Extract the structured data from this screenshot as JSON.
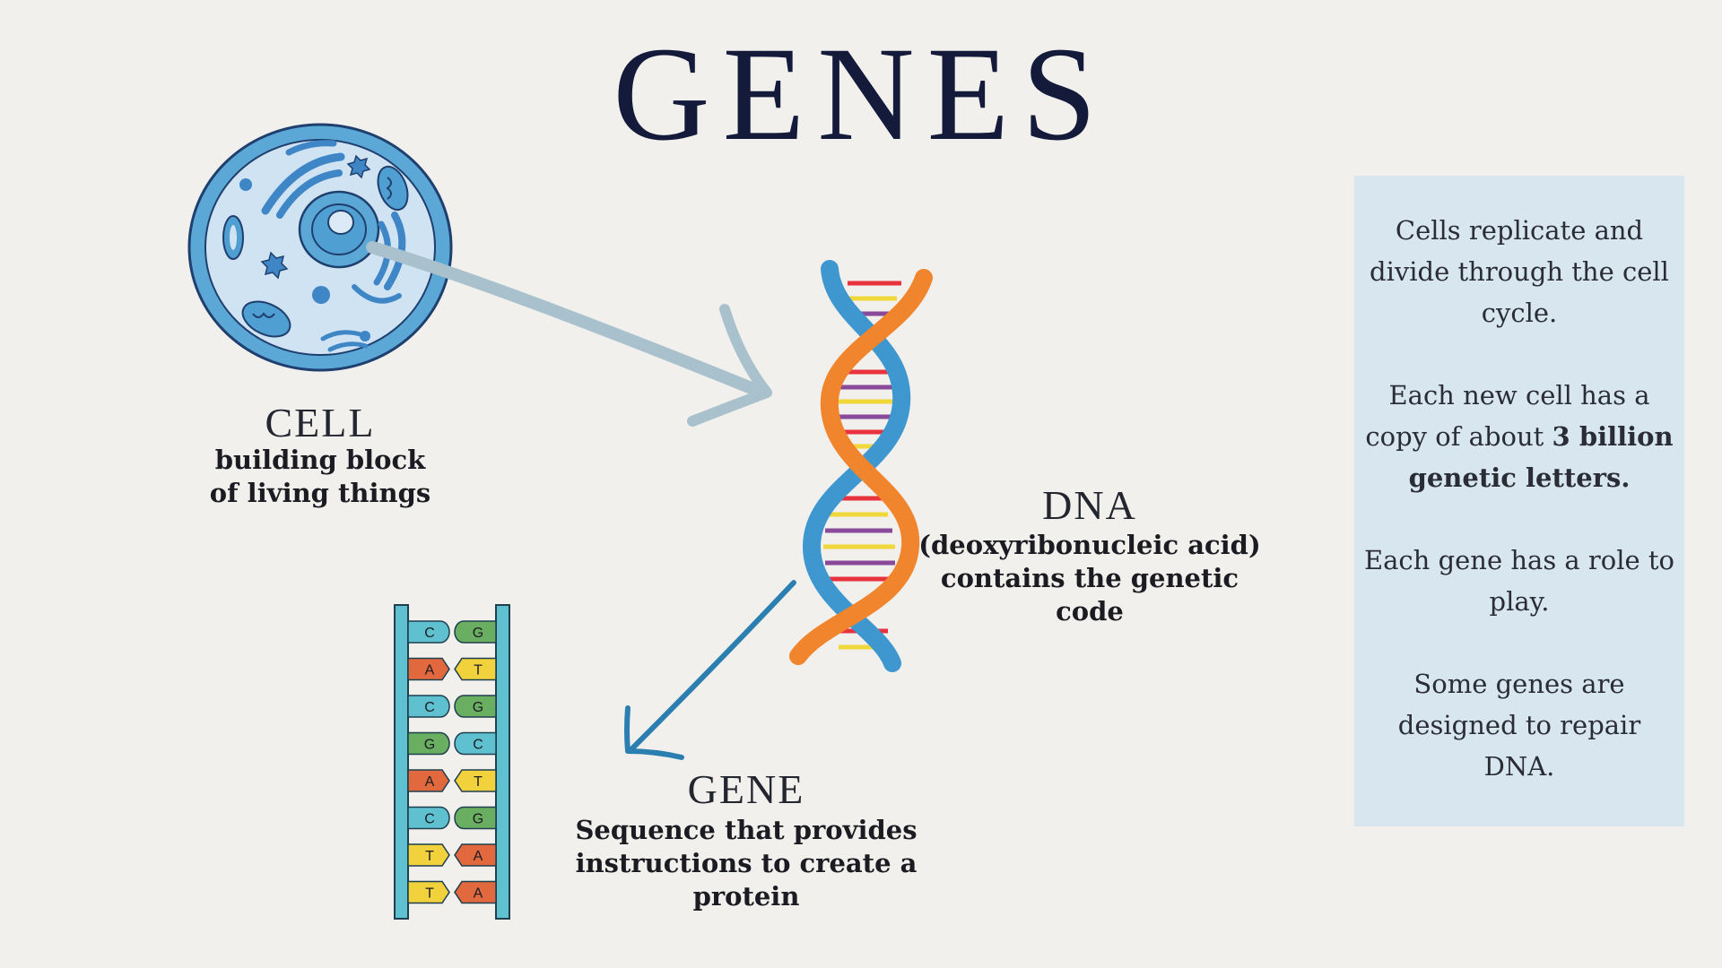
{
  "title": "GENES",
  "cell": {
    "heading": "CELL",
    "description_line1": "building block",
    "description_line2": "of living things"
  },
  "dna": {
    "heading": "DNA",
    "description_line1": "(deoxyribonucleic acid)",
    "description_line2": "contains the genetic code"
  },
  "gene": {
    "heading": "GENE",
    "description_line1": "Sequence that provides",
    "description_line2": "instructions to create a",
    "description_line3": "protein"
  },
  "ladder_pairs": [
    {
      "left": "C",
      "right": "G"
    },
    {
      "left": "A",
      "right": "T"
    },
    {
      "left": "C",
      "right": "G"
    },
    {
      "left": "G",
      "right": "C"
    },
    {
      "left": "A",
      "right": "T"
    },
    {
      "left": "C",
      "right": "G"
    },
    {
      "left": "T",
      "right": "A"
    },
    {
      "left": "T",
      "right": "A"
    }
  ],
  "base_colors": {
    "C": "#5fc0cf",
    "G": "#6aae62",
    "A": "#e2683e",
    "T": "#f1d13c"
  },
  "side_panel": {
    "p1": "Cells replicate and divide through the cell cycle.",
    "p2_pre": "Each new cell has a copy of about ",
    "p2_bold": "3 billion genetic letters.",
    "p3": "Each gene has a role to play.",
    "p4": "Some genes are designed to repair DNA."
  }
}
